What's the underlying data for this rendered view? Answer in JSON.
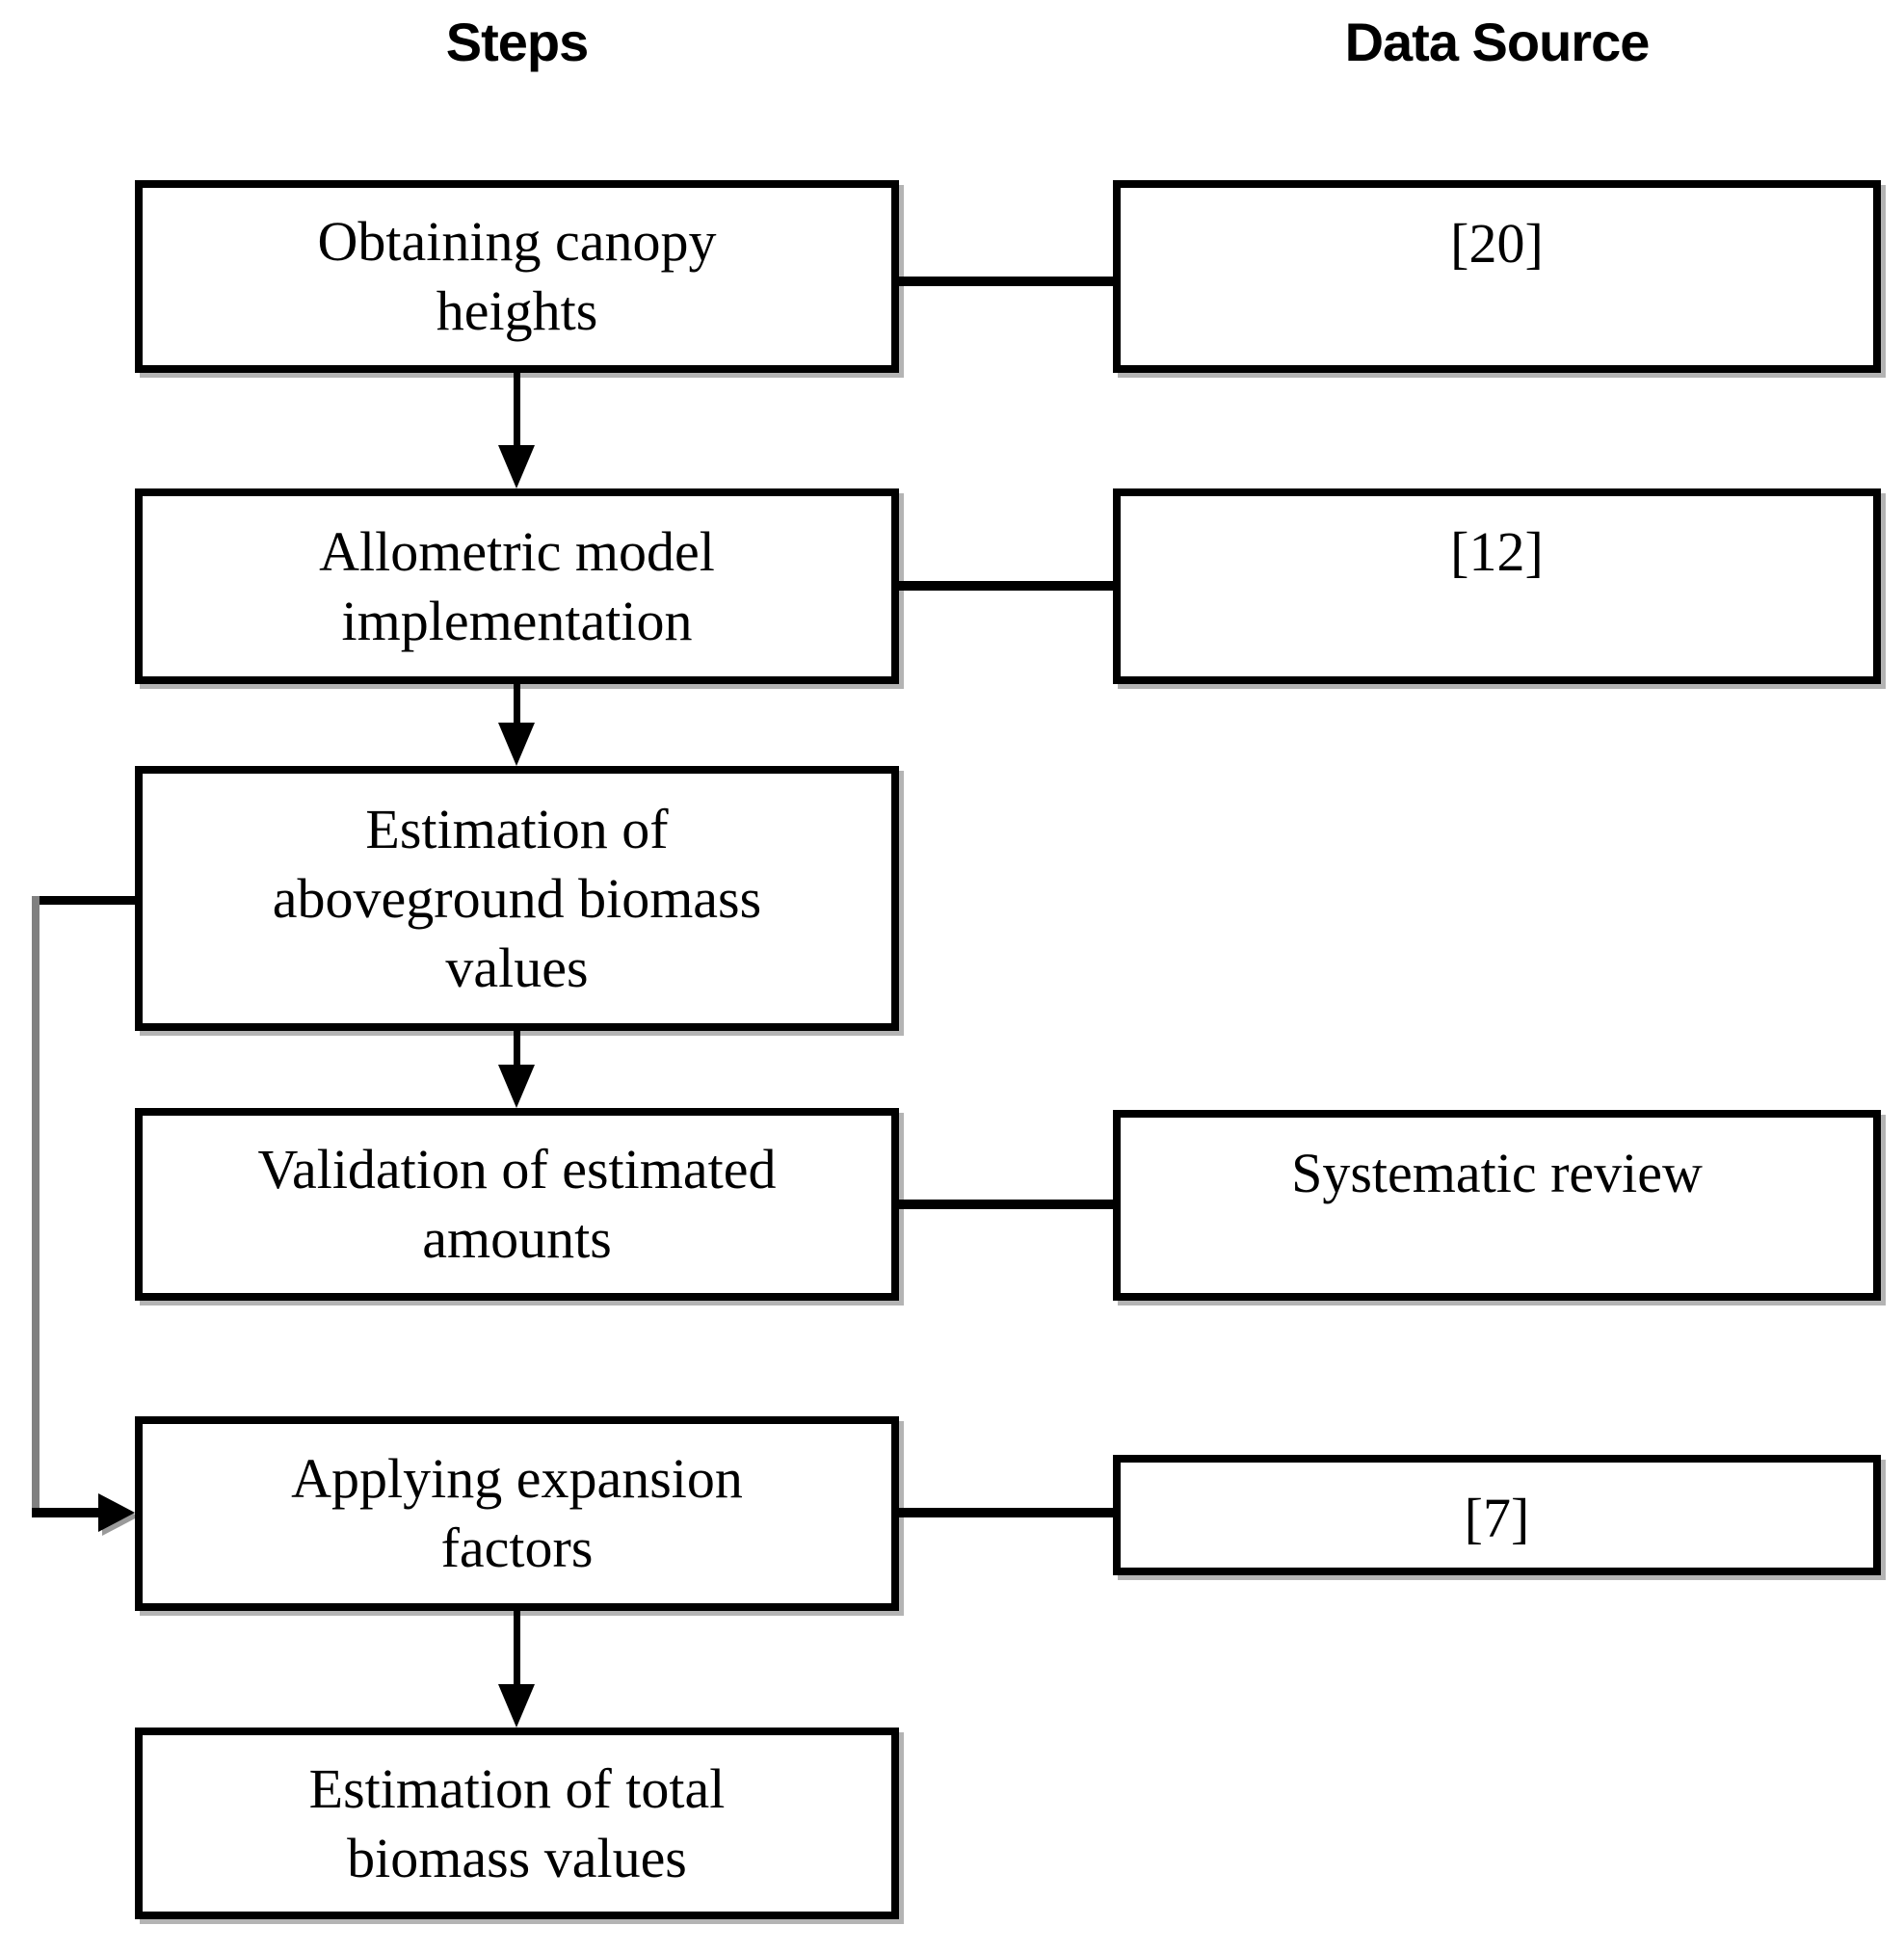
{
  "diagram": {
    "column_headers": {
      "steps": "Steps",
      "data_source": "Data Source"
    },
    "steps": [
      {
        "label": "Obtaining canopy heights",
        "lines": [
          "Obtaining canopy",
          "heights"
        ],
        "data_source": "[20]"
      },
      {
        "label": "Allometric model implementation",
        "lines": [
          "Allometric model",
          "implementation"
        ],
        "data_source": "[12]"
      },
      {
        "label": "Estimation of aboveground biomass values",
        "lines": [
          "Estimation of",
          "aboveground biomass",
          "values"
        ],
        "data_source": null
      },
      {
        "label": "Validation of estimated amounts",
        "lines": [
          "Validation of estimated",
          "amounts"
        ],
        "data_source": "Systematic review"
      },
      {
        "label": "Applying expansion factors",
        "lines": [
          "Applying expansion",
          "factors"
        ],
        "data_source": "[7]"
      },
      {
        "label": "Estimation of total biomass values",
        "lines": [
          "Estimation of total",
          "biomass values"
        ],
        "data_source": null
      }
    ],
    "colors": {
      "border": "#000000",
      "background": "#ffffff",
      "shadow": "#b4b4b4",
      "feedback_line_gray": "#808080"
    }
  }
}
